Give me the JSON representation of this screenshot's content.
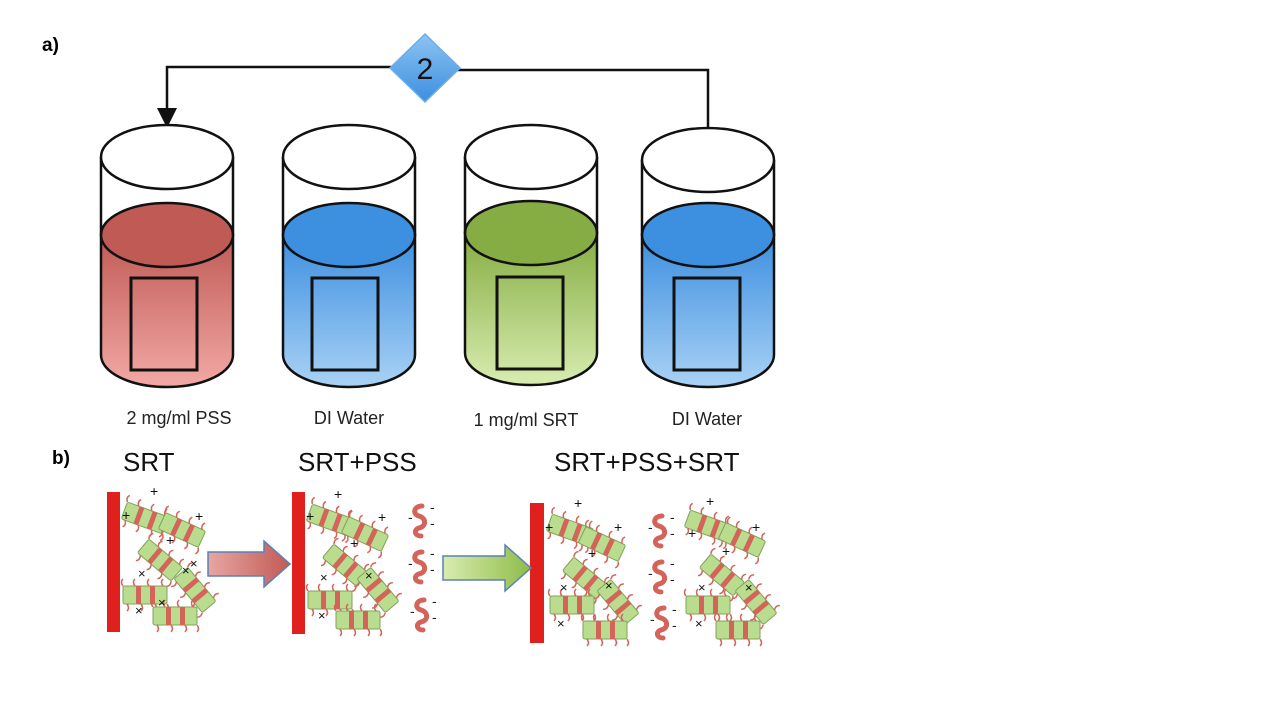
{
  "panel_a": {
    "label": "a)",
    "cycle_count": "2",
    "beakers": [
      {
        "label": "2 mg/ml PSS",
        "liquid_top": "#c05a55",
        "liquid_bottom": "#f2a9a6"
      },
      {
        "label": "DI Water",
        "liquid_top": "#3d8fe0",
        "liquid_bottom": "#a9d2f5"
      },
      {
        "label": "1 mg/ml SRT",
        "liquid_top": "#86ad43",
        "liquid_bottom": "#d8ecb0"
      },
      {
        "label": "DI Water",
        "liquid_top": "#3d8fe0",
        "liquid_bottom": "#a9d2f5"
      }
    ],
    "diamond_color": "#5aa3e6"
  },
  "panel_b": {
    "label": "b)",
    "stages": [
      "SRT",
      "SRT+PSS",
      "SRT+PSS+SRT"
    ],
    "substrate_color": "#e0201c",
    "arrow1_color": "#c96a66",
    "arrow2_color": "#9cc45a",
    "srt_color": "#b9dc8e",
    "pss_color": "#d4645a"
  }
}
